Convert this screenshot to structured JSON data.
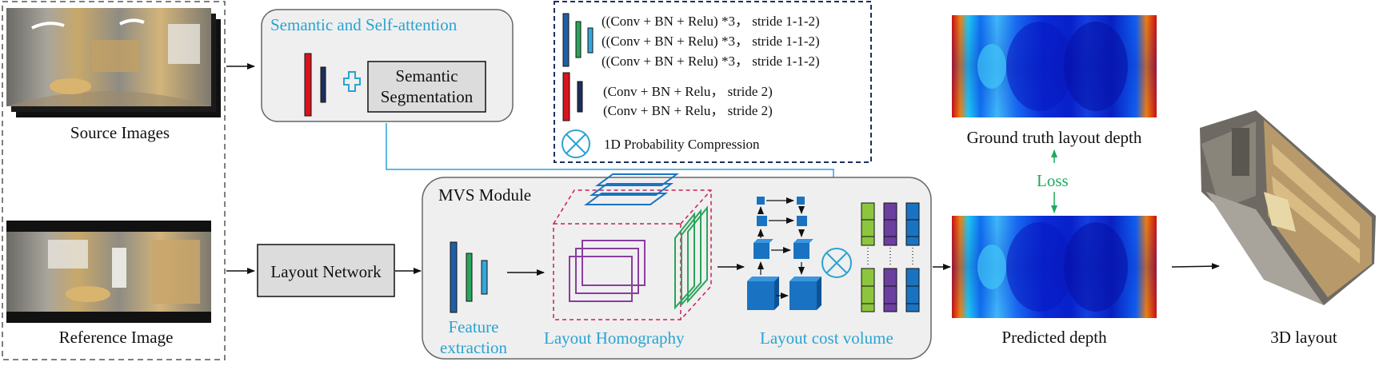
{
  "input": {
    "source_label": "Source Images",
    "reference_label": "Reference Image"
  },
  "semantic": {
    "title": "Semantic and Self-attention",
    "seg_line1": "Semantic",
    "seg_line2": "Segmentation"
  },
  "legend": {
    "conv3_rows": [
      "((Conv + BN + Relu) *3， stride 1-1-2)",
      "((Conv + BN + Relu) *3， stride 1-1-2)",
      "((Conv + BN + Relu) *3， stride 1-1-2)"
    ],
    "conv_rows": [
      "(Conv + BN + Relu， stride 2)",
      "(Conv + BN + Relu， stride 2)"
    ],
    "compression": "1D Probability Compression"
  },
  "layout_network": "Layout Network",
  "mvs": {
    "title": "MVS Module",
    "feature_line1": "Feature",
    "feature_line2": "extraction",
    "homography": "Layout Homography",
    "cost_volume": "Layout cost volume"
  },
  "outputs": {
    "gt_label": "Ground truth layout depth",
    "loss": "Loss",
    "pred_label": "Predicted depth",
    "layout3d_label": "3D layout"
  },
  "colors": {
    "accent_blue": "#2aa3d2",
    "loss_green": "#1faa5a",
    "bar_dark_blue": "#1f5fa8",
    "bar_green": "#2aa55a",
    "bar_light_blue": "#35a7dc",
    "bar_red": "#d7141e",
    "bar_navy": "#1c2f5e",
    "homography_magenta": "#c81e55",
    "homography_purple": "#8a3da0",
    "cost_green": "#8cc63f",
    "cost_purple": "#6b3fa0",
    "cost_blue": "#1a73c2"
  },
  "icons": [
    "plus-icon",
    "otimes-icon",
    "panorama-image",
    "depth-map",
    "3d-room-render"
  ]
}
